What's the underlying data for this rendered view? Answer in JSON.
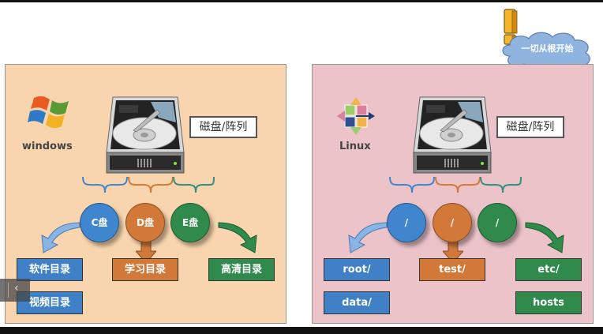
{
  "callout": {
    "text": "一切从根开始",
    "icon": "exclamation-icon"
  },
  "windows_panel": {
    "os_label": "windows",
    "logo_icon": "windows-logo-icon",
    "disk_label": "磁盘/阵列",
    "partitions": [
      {
        "label": "C盘",
        "color": "#3f86cf"
      },
      {
        "label": "D盘",
        "color": "#d2793a"
      },
      {
        "label": "E盘",
        "color": "#2f8a4c"
      }
    ],
    "directories": {
      "c": [
        "软件目录",
        "视频目录"
      ],
      "d": [
        "学习目录"
      ],
      "e": [
        "高清目录"
      ]
    }
  },
  "linux_panel": {
    "os_label": "Linux",
    "logo_icon": "centos-logo-icon",
    "disk_label": "磁盘/阵列",
    "partitions": [
      {
        "label": "/",
        "color": "#3f86cf"
      },
      {
        "label": "/",
        "color": "#d2793a"
      },
      {
        "label": "/",
        "color": "#2f8a4c"
      }
    ],
    "directories": {
      "first": [
        "root/",
        "data/"
      ],
      "second": [
        "test/"
      ],
      "third": [
        "etc/",
        "hosts"
      ]
    }
  },
  "navigation": {
    "prev_icon": "chevron-left-icon",
    "prev_glyph": "‹"
  },
  "colors": {
    "windows_bg": "#f8d5ae",
    "linux_bg": "#ebc3c9",
    "blue": "#3f86cf",
    "orange": "#d2793a",
    "green": "#2f8a4c",
    "cloud": "#8fb4e0"
  }
}
